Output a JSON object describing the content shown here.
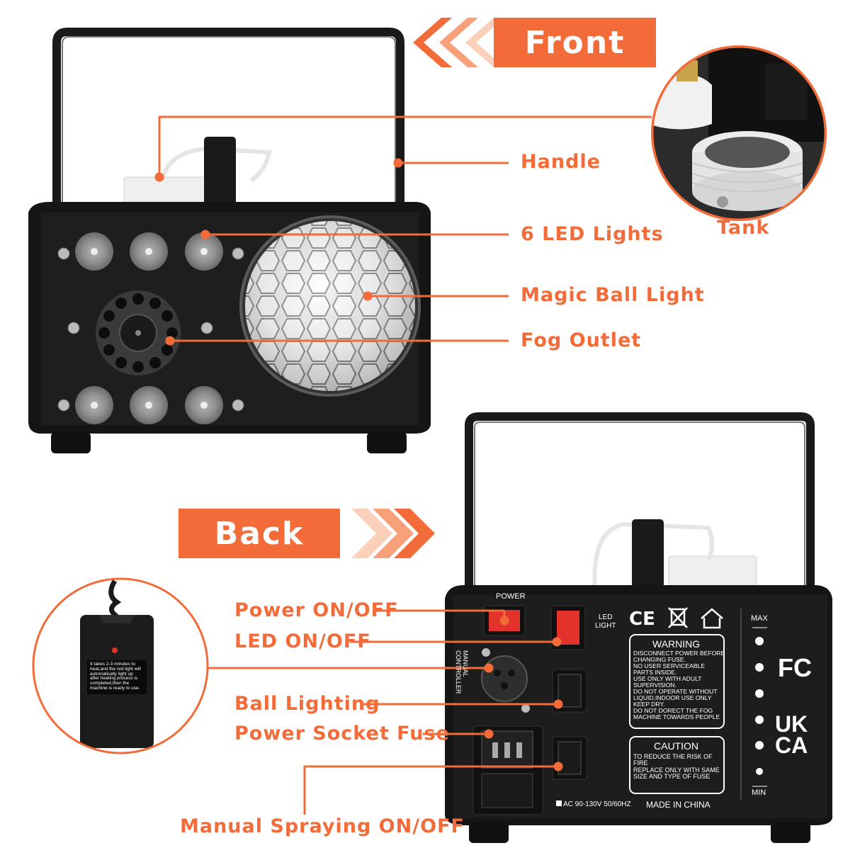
{
  "headings": {
    "front": "Front",
    "back": "Back"
  },
  "front_labels": {
    "handle": "Handle",
    "led_lights": "6 LED Lights",
    "magic_ball": "Magic Ball Light",
    "fog_outlet": "Fog Outlet",
    "tank": "Tank"
  },
  "back_labels": {
    "power": "Power ON/OFF",
    "led": "LED ON/OFF",
    "ball": "Ball Lighting",
    "fuse": "Power Socket Fuse",
    "manual": "Manual Spraying ON/OFF"
  },
  "panel": {
    "power": "POWER",
    "led_light_1": "LED",
    "led_light_2": "LIGHT",
    "manual_1": "MANUAL",
    "manual_2": "CONTROLLER",
    "warning_title": "WARNING",
    "warning_lines": [
      "DISCONNECT POWER BEFORE",
      "CHANGING FUSE.",
      "NO USER SERVICEABLE",
      "PARTS INSIDE.",
      "USE ONLY WITH ADULT",
      "SUPERVISION.",
      "DO NOT OPERATE WITHOUT",
      "LIQUID,INDOOR USE ONLY",
      "KEEP DRY.",
      "DO NOT DORECT THE FOG",
      "MACHINE TOWARDS PEOPLE"
    ],
    "caution_title": "CAUTION",
    "caution_lines": [
      "TO REDUCE THE RISK OF",
      "FIRE",
      "REPLACE ONLY WITH SAME",
      "SIZE AND TYPE OF FUSE"
    ],
    "max": "MAX",
    "min": "MIN",
    "fc": "FC",
    "ukca_1": "UK",
    "ukca_2": "CA",
    "ce": "CE",
    "ac": "AC 90-130V 50/60HZ",
    "made_in": "MADE IN CHINA"
  },
  "remote": {
    "note": [
      "It takes 2-3 minutes to",
      "heat,and the red light will",
      "automatically light up",
      "after heating process is",
      "completed,then the",
      "machine is ready to use."
    ]
  },
  "colors": {
    "accent": "#f26b38",
    "accent_light": "#f7b193",
    "body": "#1c1c1c"
  }
}
